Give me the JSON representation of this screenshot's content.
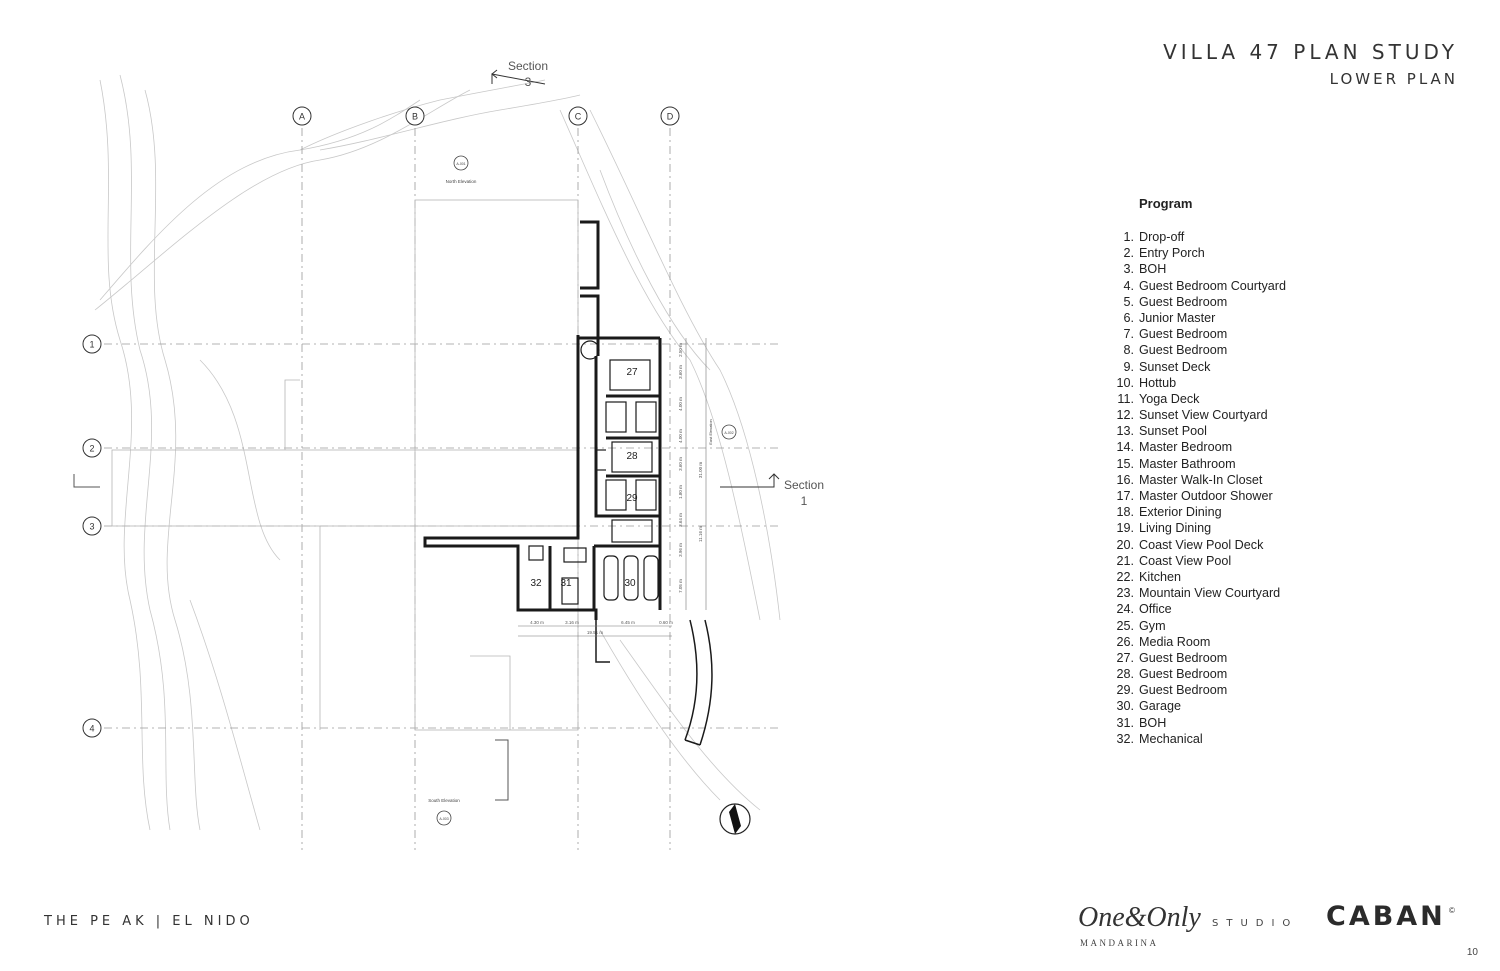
{
  "title": {
    "main": "VILLA 47 PLAN STUDY",
    "sub": "LOWER PLAN"
  },
  "program": {
    "heading": "Program",
    "items": [
      {
        "num": "1.",
        "label": "Drop-off"
      },
      {
        "num": "2.",
        "label": "Entry Porch"
      },
      {
        "num": "3.",
        "label": "BOH"
      },
      {
        "num": "4.",
        "label": "Guest Bedroom Courtyard"
      },
      {
        "num": "5.",
        "label": "Guest Bedroom"
      },
      {
        "num": "6.",
        "label": "Junior Master"
      },
      {
        "num": "7.",
        "label": "Guest Bedroom"
      },
      {
        "num": "8.",
        "label": "Guest Bedroom"
      },
      {
        "num": "9.",
        "label": "Sunset Deck"
      },
      {
        "num": "10.",
        "label": "Hottub"
      },
      {
        "num": "11.",
        "label": "Yoga Deck"
      },
      {
        "num": "12.",
        "label": "Sunset View Courtyard"
      },
      {
        "num": "13.",
        "label": "Sunset Pool"
      },
      {
        "num": "14.",
        "label": "Master Bedroom"
      },
      {
        "num": "15.",
        "label": "Master Bathroom"
      },
      {
        "num": "16.",
        "label": "Master Walk-In Closet"
      },
      {
        "num": "17.",
        "label": "Master Outdoor Shower"
      },
      {
        "num": "18.",
        "label": "Exterior Dining"
      },
      {
        "num": "19.",
        "label": "Living Dining"
      },
      {
        "num": "20.",
        "label": "Coast View Pool Deck"
      },
      {
        "num": "21.",
        "label": "Coast View Pool"
      },
      {
        "num": "22.",
        "label": "Kitchen"
      },
      {
        "num": "23.",
        "label": "Mountain View Courtyard"
      },
      {
        "num": "24.",
        "label": "Office"
      },
      {
        "num": "25.",
        "label": "Gym"
      },
      {
        "num": "26.",
        "label": "Media Room"
      },
      {
        "num": "27.",
        "label": "Guest Bedroom"
      },
      {
        "num": "28.",
        "label": "Guest Bedroom"
      },
      {
        "num": "29.",
        "label": "Guest Bedroom"
      },
      {
        "num": "30.",
        "label": "Garage"
      },
      {
        "num": "31.",
        "label": "BOH"
      },
      {
        "num": "32.",
        "label": "Mechanical"
      }
    ]
  },
  "plan": {
    "grid_cols": [
      "A",
      "B",
      "C",
      "D"
    ],
    "grid_rows": [
      "1",
      "2",
      "3",
      "4"
    ],
    "section3": {
      "label": "Section",
      "num": "3"
    },
    "section1": {
      "label": "Section",
      "num": "1"
    },
    "north_elevation": "North Elevation",
    "south_elevation": "South Elevation",
    "east_elevation": "East Elevation",
    "elev_tags": [
      "A-001",
      "A-002",
      "A-003"
    ],
    "room_labels": [
      "27",
      "28",
      "29",
      "30",
      "31",
      "32"
    ],
    "dims_horizontal": [
      "4.30 m",
      "3.16 m",
      "6.45 m",
      "0.60 m",
      "19.51 m"
    ],
    "dims_vertical": [
      "2.50 m",
      "3.60 m",
      "4.00 m",
      "4.00 m",
      "3.60 m",
      "1.80 m",
      "3.64 m",
      "3.96 m",
      "31.00 m",
      "11.16 m",
      "7.05 m"
    ]
  },
  "footer": {
    "project": "THE PE AK  |  EL NIDO",
    "logo_oo": "One&Only",
    "logo_oo_sub": "MANDARINA",
    "logo_studio": "STUDIO",
    "logo_caban": "CABAN",
    "logo_reg": "©",
    "page": "10"
  }
}
